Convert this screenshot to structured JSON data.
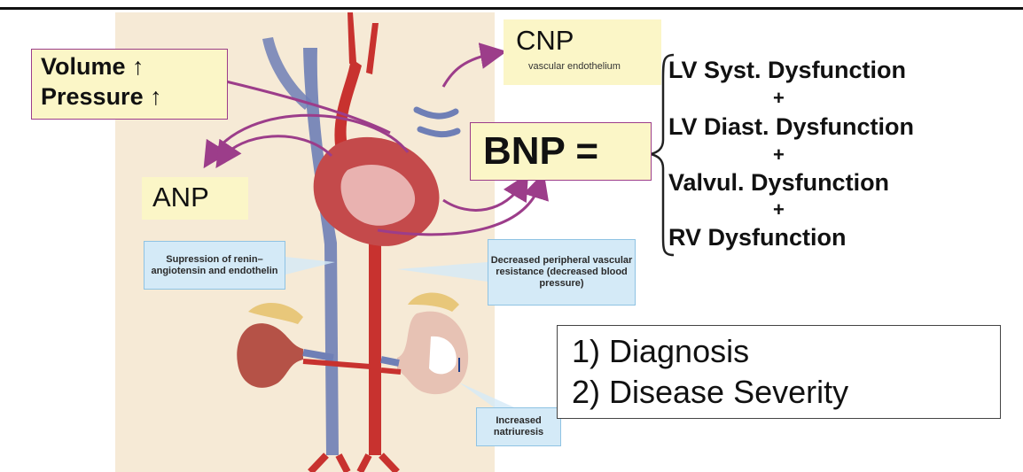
{
  "cnp": {
    "label": "CNP",
    "sublabel": "vascular endothelium"
  },
  "volume_pressure": {
    "line1": "Volume ↑",
    "line2": "Pressure ↑"
  },
  "anp": {
    "label": "ANP"
  },
  "bnp": {
    "label": "BNP ="
  },
  "dysfunctions": {
    "items": [
      "LV Syst. Dysfunction",
      "LV Diast. Dysfunction",
      "Valvul. Dysfunction",
      "RV Dysfunction"
    ],
    "plus": "+"
  },
  "callouts": {
    "suppression": "Supression of renin–angiotensin and endothelin",
    "decreased_resistance": "Decreased peripheral vascular resistance (decreased blood pressure)",
    "natriuresis": "Increased natriuresis"
  },
  "outcomes": {
    "line1": "1) Diagnosis",
    "line2": "2) Disease Severity"
  },
  "colors": {
    "arrow": "#9c3d8a",
    "artery": "#c8322f",
    "vein": "#6f7fb6",
    "note_fill": "#fbf6c7",
    "callout_fill": "#d4eaf7",
    "illustration_bg": "#f6ead6"
  }
}
